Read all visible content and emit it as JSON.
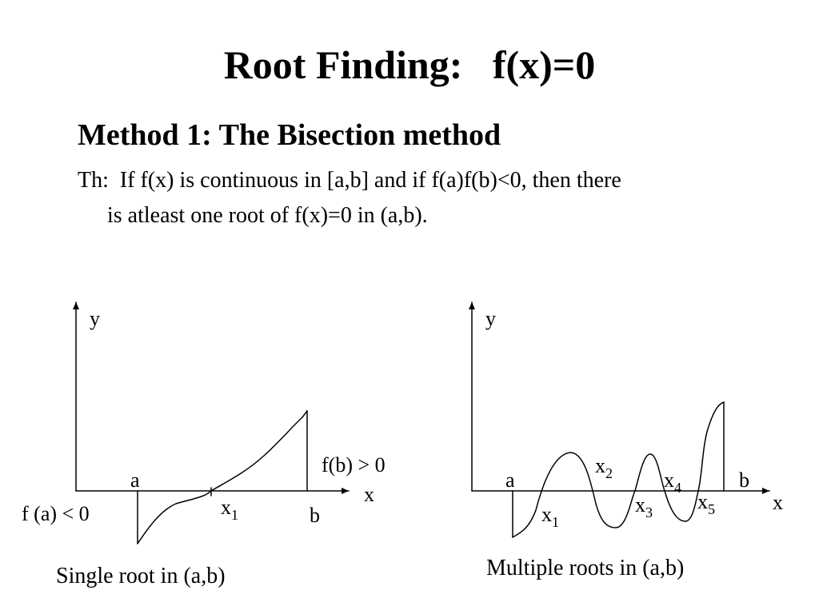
{
  "slide": {
    "title": "Root Finding:   f(x)=0",
    "method_heading": "Method 1: The Bisection method",
    "theorem": {
      "line1": "Th:  If f(x) is continuous in [a,b] and if f(a)f(b)<0, then there",
      "line2": "is atleast one root of f(x)=0 in (a,b)."
    }
  },
  "figure_left": {
    "y_label": "y",
    "x_label": "x",
    "a_label": "a",
    "b_label": "b",
    "fa_label": "f (a) < 0",
    "fb_label": "f(b) > 0",
    "root": {
      "base": "x",
      "sub": "1"
    },
    "caption": "Single root in (a,b)"
  },
  "figure_right": {
    "y_label": "y",
    "x_label": "x",
    "a_label": "a",
    "b_label": "b",
    "roots": [
      {
        "base": "x",
        "sub": "1"
      },
      {
        "base": "x",
        "sub": "2"
      },
      {
        "base": "x",
        "sub": "3"
      },
      {
        "base": "x",
        "sub": "4"
      },
      {
        "base": "x",
        "sub": "5"
      }
    ],
    "caption": "Multiple roots in (a,b)"
  }
}
